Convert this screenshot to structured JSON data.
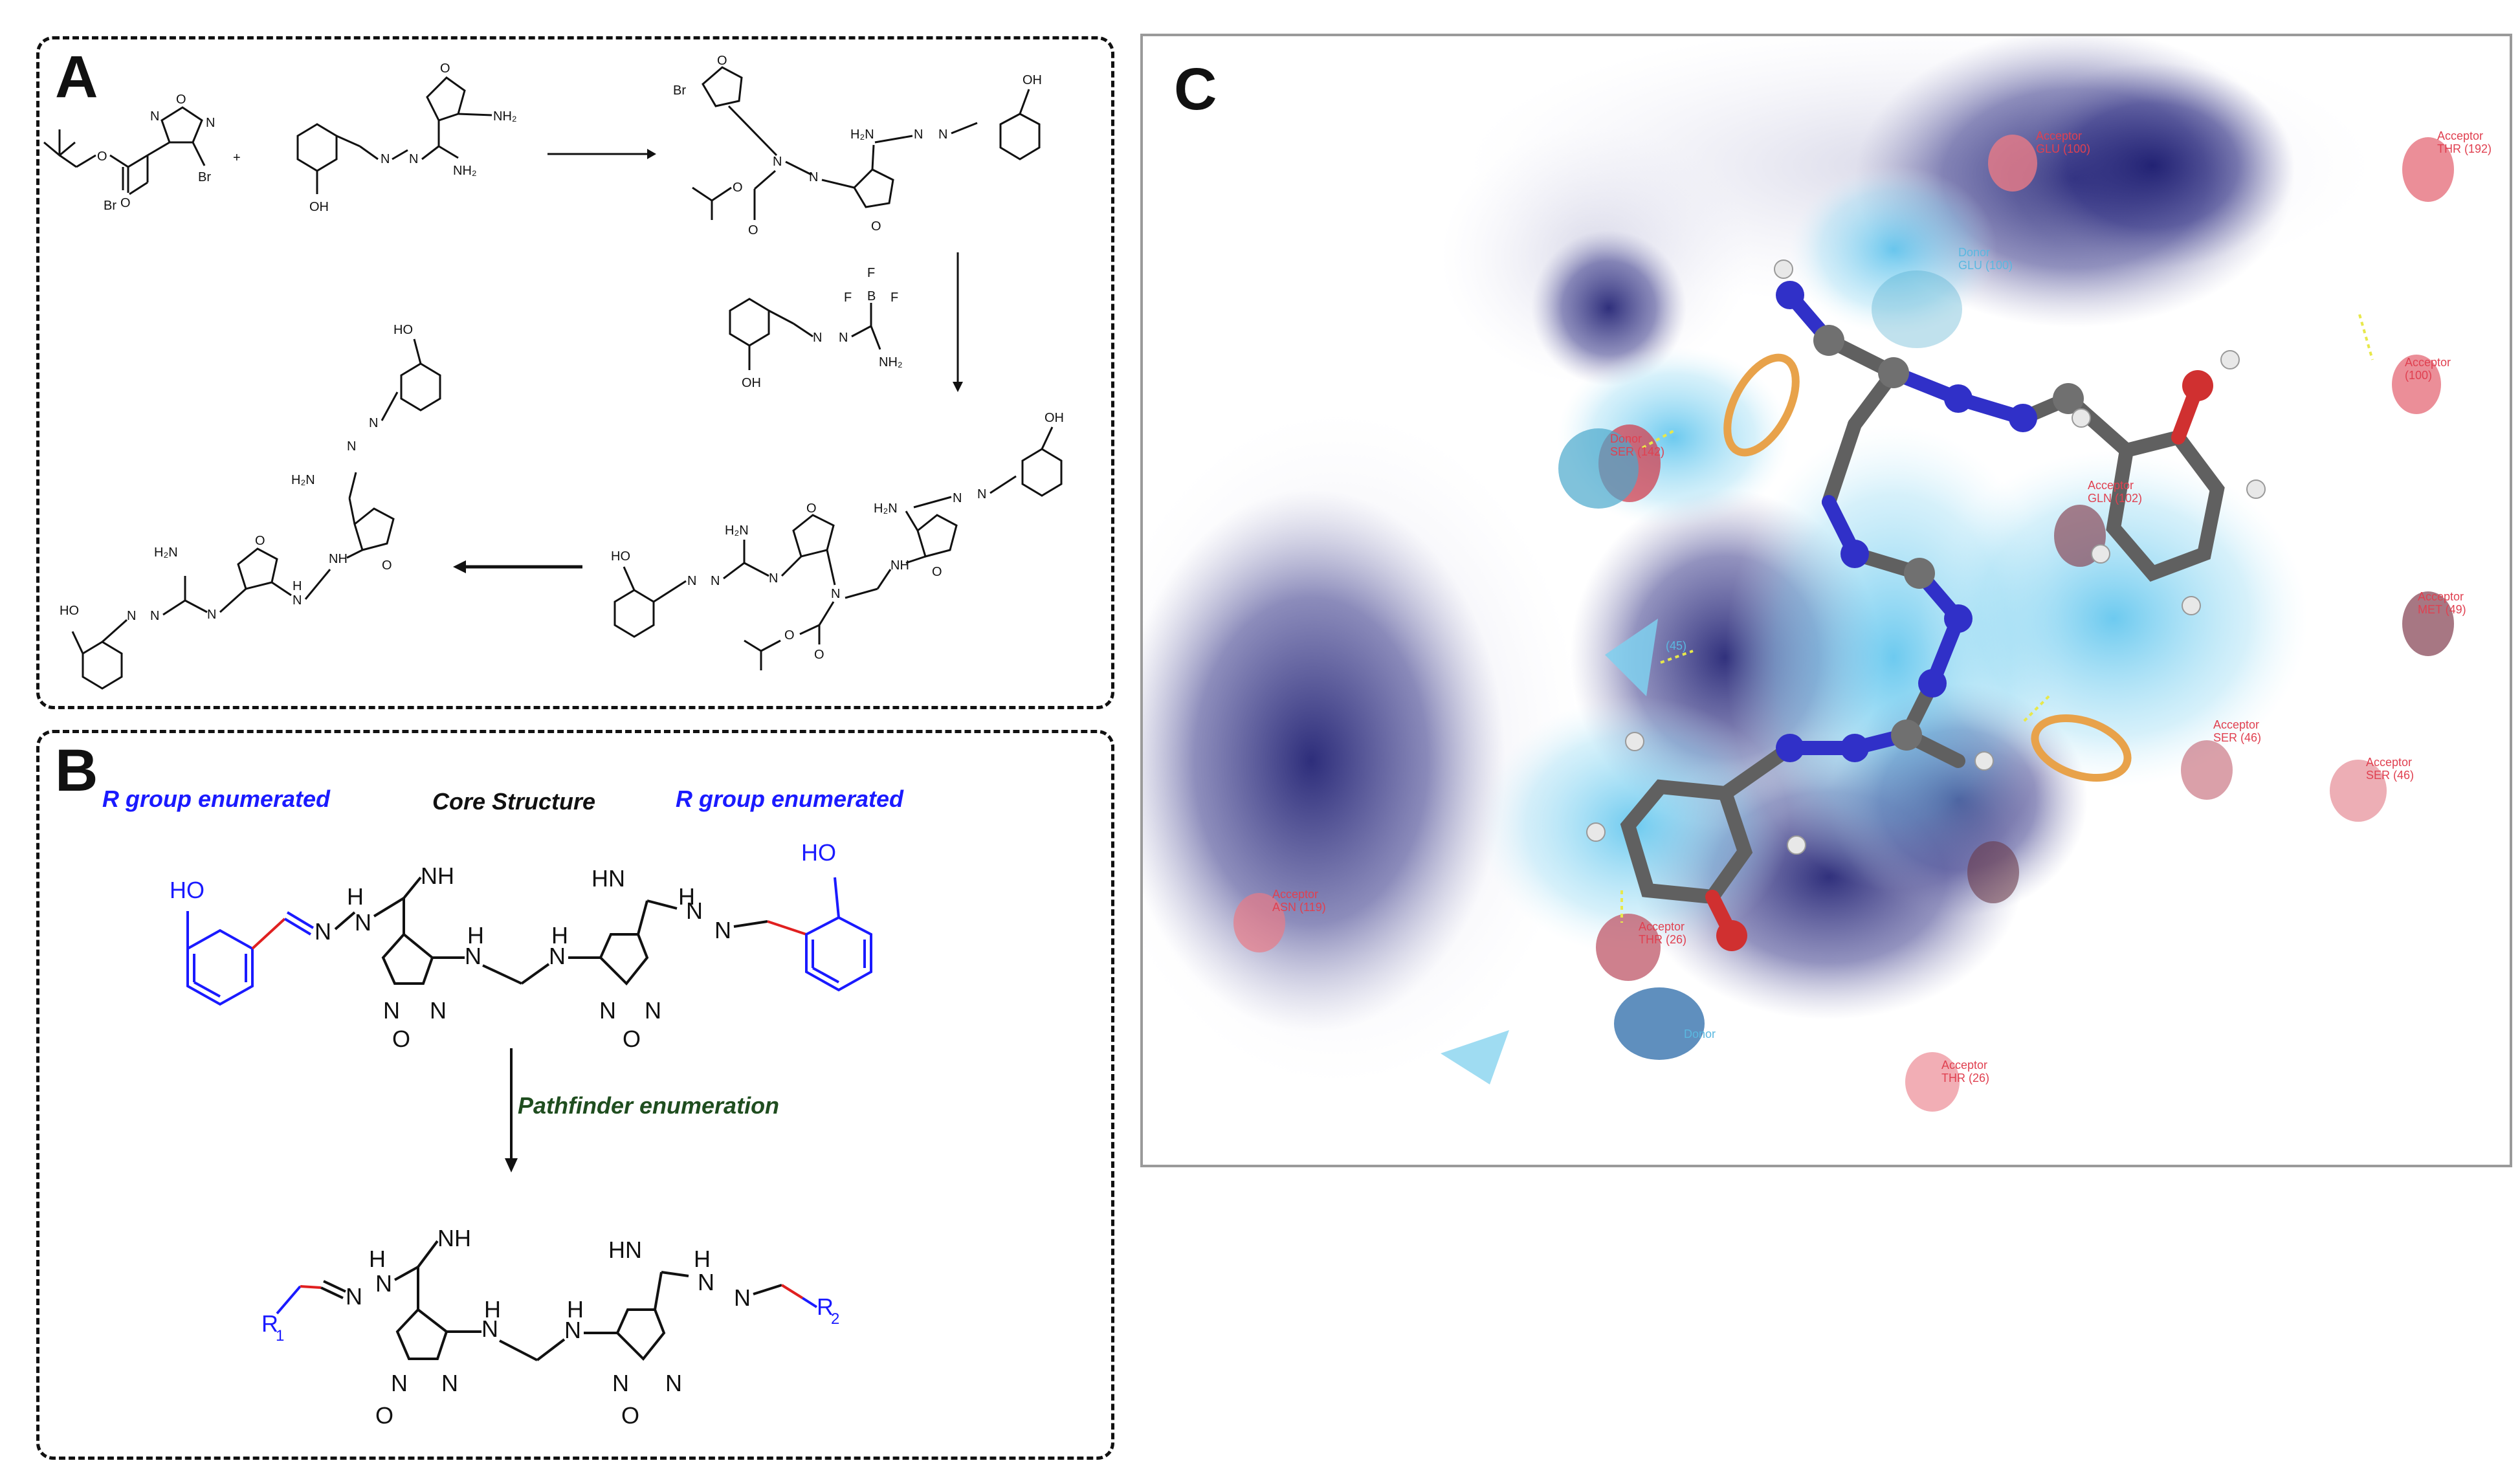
{
  "panels": {
    "a": {
      "label": "A"
    },
    "b": {
      "label": "B"
    },
    "c": {
      "label": "C"
    }
  },
  "panel_b": {
    "r_group_left": "R group enumerated",
    "core_structure": "Core Structure",
    "r_group_right": "R group enumerated",
    "pathfinder": "Pathfinder enumeration",
    "r1": "R",
    "r1_sub": "1",
    "r2": "R",
    "r2_sub": "2"
  },
  "atoms": {
    "oh": "OH",
    "ho": "HO",
    "nh": "NH",
    "hn": "HN",
    "nh2": "NH₂",
    "h2n": "H₂N",
    "n": "N",
    "o": "O",
    "br": "Br",
    "h": "H",
    "b": "B",
    "f": "F"
  },
  "panel_c": {
    "interactions": [
      {
        "type": "Acceptor",
        "residue": "GLU (100)"
      },
      {
        "type": "Acceptor",
        "residue": "THR (192)"
      },
      {
        "type": "Donor",
        "residue": "GLU (100)"
      },
      {
        "type": "Acceptor",
        "residue": "(100)"
      },
      {
        "type": "Donor",
        "residue": "SER (142)"
      },
      {
        "type": "Acceptor",
        "residue": "GLN (102)"
      },
      {
        "type": "Acceptor",
        "residue": "MET (49)"
      },
      {
        "type": "Acceptor",
        "residue": "SER (46)"
      },
      {
        "type": "Acceptor",
        "residue": "SER (46)"
      },
      {
        "type": "Acceptor",
        "residue": "ASN (119)"
      },
      {
        "type": "Acceptor",
        "residue": "THR (26)"
      },
      {
        "type": "Donor",
        "residue": ""
      },
      {
        "type": "Acceptor",
        "residue": "THR (26)"
      },
      {
        "type": "",
        "residue": "(45)"
      }
    ]
  },
  "colors": {
    "blue_highlight": "#1a1aff",
    "red_bond": "#e02020",
    "pathfinder_green": "#1f4d1f",
    "surface_dark": "#2a2a7a",
    "surface_light": "#5ec8ee",
    "acceptor": "#e87a86",
    "donor": "#4aa8cc",
    "ring_orange": "#e8a24a"
  }
}
